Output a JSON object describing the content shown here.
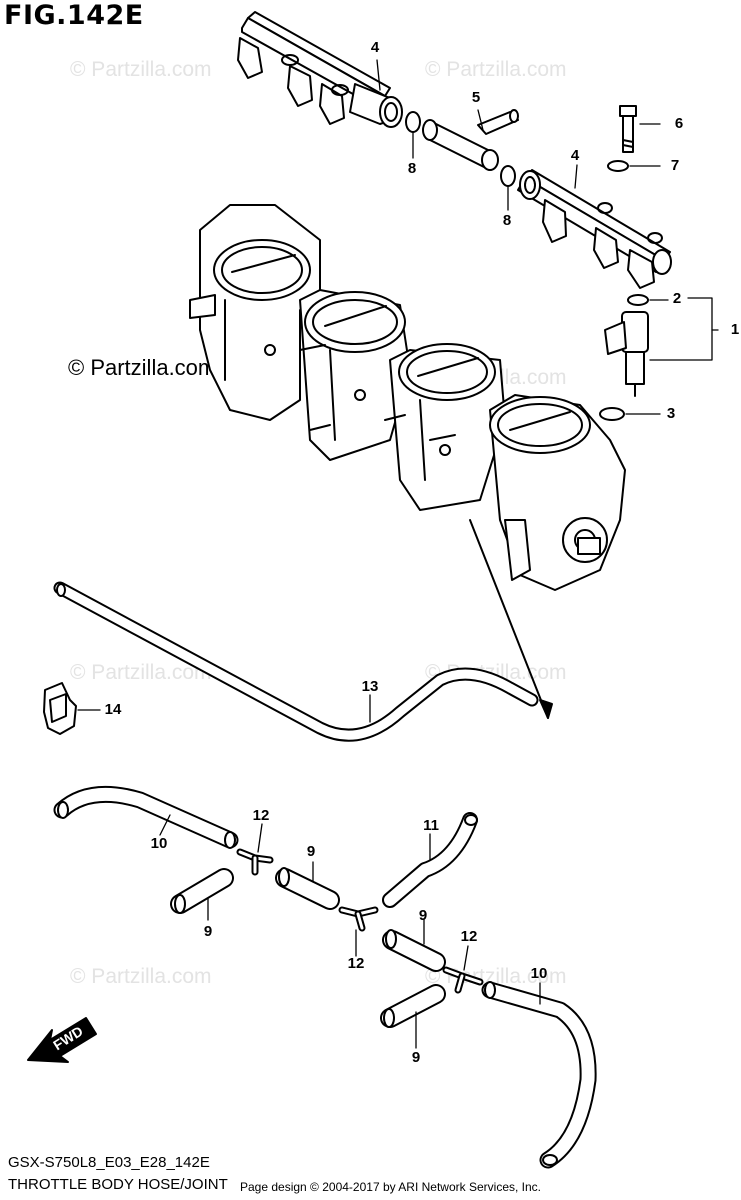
{
  "figure": {
    "title": "FIG.142E",
    "model_code": "GSX-S750L8_E03_E28_142E",
    "caption": "THROTTLE BODY HOSE/JOINT",
    "copyright": "Page design © 2004-2017 by ARI Network Services, Inc."
  },
  "watermark": {
    "text": "© Partzilla.com",
    "strong_text": "© Partzilla.com"
  },
  "callouts": {
    "c1": "1",
    "c2": "2",
    "c3": "3",
    "c4a": "4",
    "c4b": "4",
    "c5": "5",
    "c6": "6",
    "c7": "7",
    "c8a": "8",
    "c8b": "8",
    "c9a": "9",
    "c9b": "9",
    "c9c": "9",
    "c9d": "9",
    "c10a": "10",
    "c10b": "10",
    "c11": "11",
    "c12a": "12",
    "c12b": "12",
    "c12c": "12",
    "c13": "13",
    "c14": "14"
  },
  "direction": {
    "fwd": "FWD"
  },
  "colors": {
    "line": "#000000",
    "watermark": "#e3e3e3",
    "background": "#ffffff"
  }
}
